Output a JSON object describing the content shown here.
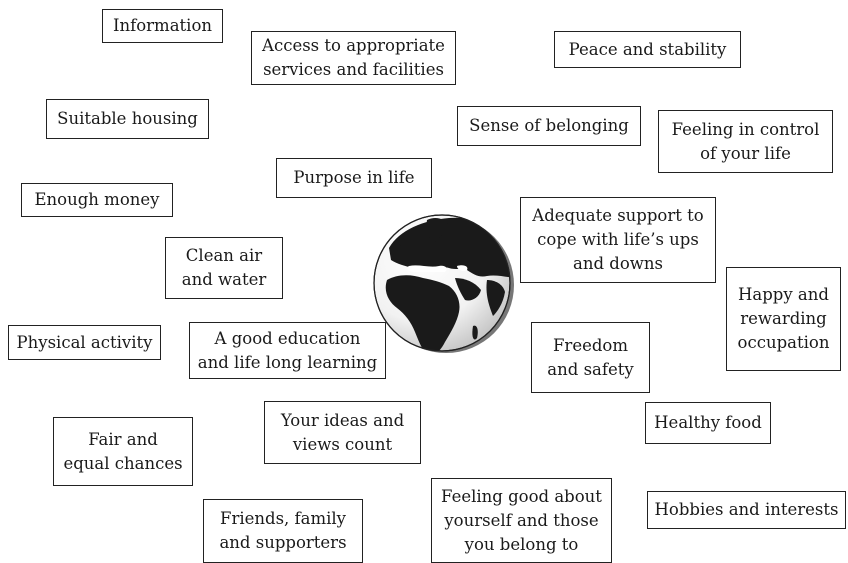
{
  "boxes": [
    {
      "id": "information",
      "text": "Information"
    },
    {
      "id": "access-services",
      "text": "Access to appropriate\nservices and facilities"
    },
    {
      "id": "peace-stability",
      "text": "Peace and stability"
    },
    {
      "id": "suitable-housing",
      "text": "Suitable housing"
    },
    {
      "id": "sense-of-belonging",
      "text": "Sense of belonging"
    },
    {
      "id": "feeling-in-control",
      "text": "Feeling in control\nof your life"
    },
    {
      "id": "purpose-in-life",
      "text": "Purpose in life"
    },
    {
      "id": "enough-money",
      "text": "Enough money"
    },
    {
      "id": "adequate-support",
      "text": "Adequate support to\ncope with life’s ups\nand downs"
    },
    {
      "id": "clean-air-water",
      "text": "Clean air\nand water"
    },
    {
      "id": "happy-occupation",
      "text": "Happy and\nrewarding\noccupation"
    },
    {
      "id": "physical-activity",
      "text": "Physical activity"
    },
    {
      "id": "good-education",
      "text": "A good education\nand life long learning"
    },
    {
      "id": "freedom-safety",
      "text": "Freedom\nand safety"
    },
    {
      "id": "ideas-views",
      "text": "Your ideas and\nviews count"
    },
    {
      "id": "fair-chances",
      "text": "Fair and\nequal chances"
    },
    {
      "id": "healthy-food",
      "text": "Healthy food"
    },
    {
      "id": "feeling-good",
      "text": "Feeling good about\nyourself and those\nyou belong to"
    },
    {
      "id": "hobbies-interests",
      "text": "Hobbies and interests"
    },
    {
      "id": "friends-family",
      "text": "Friends, family\nand supporters"
    }
  ],
  "colors": {
    "border": "#222222",
    "globe_land": "#1a1a1a",
    "globe_ocean": "#ffffff",
    "globe_shadow": "#888888"
  },
  "icons": {
    "center": "globe-icon"
  }
}
